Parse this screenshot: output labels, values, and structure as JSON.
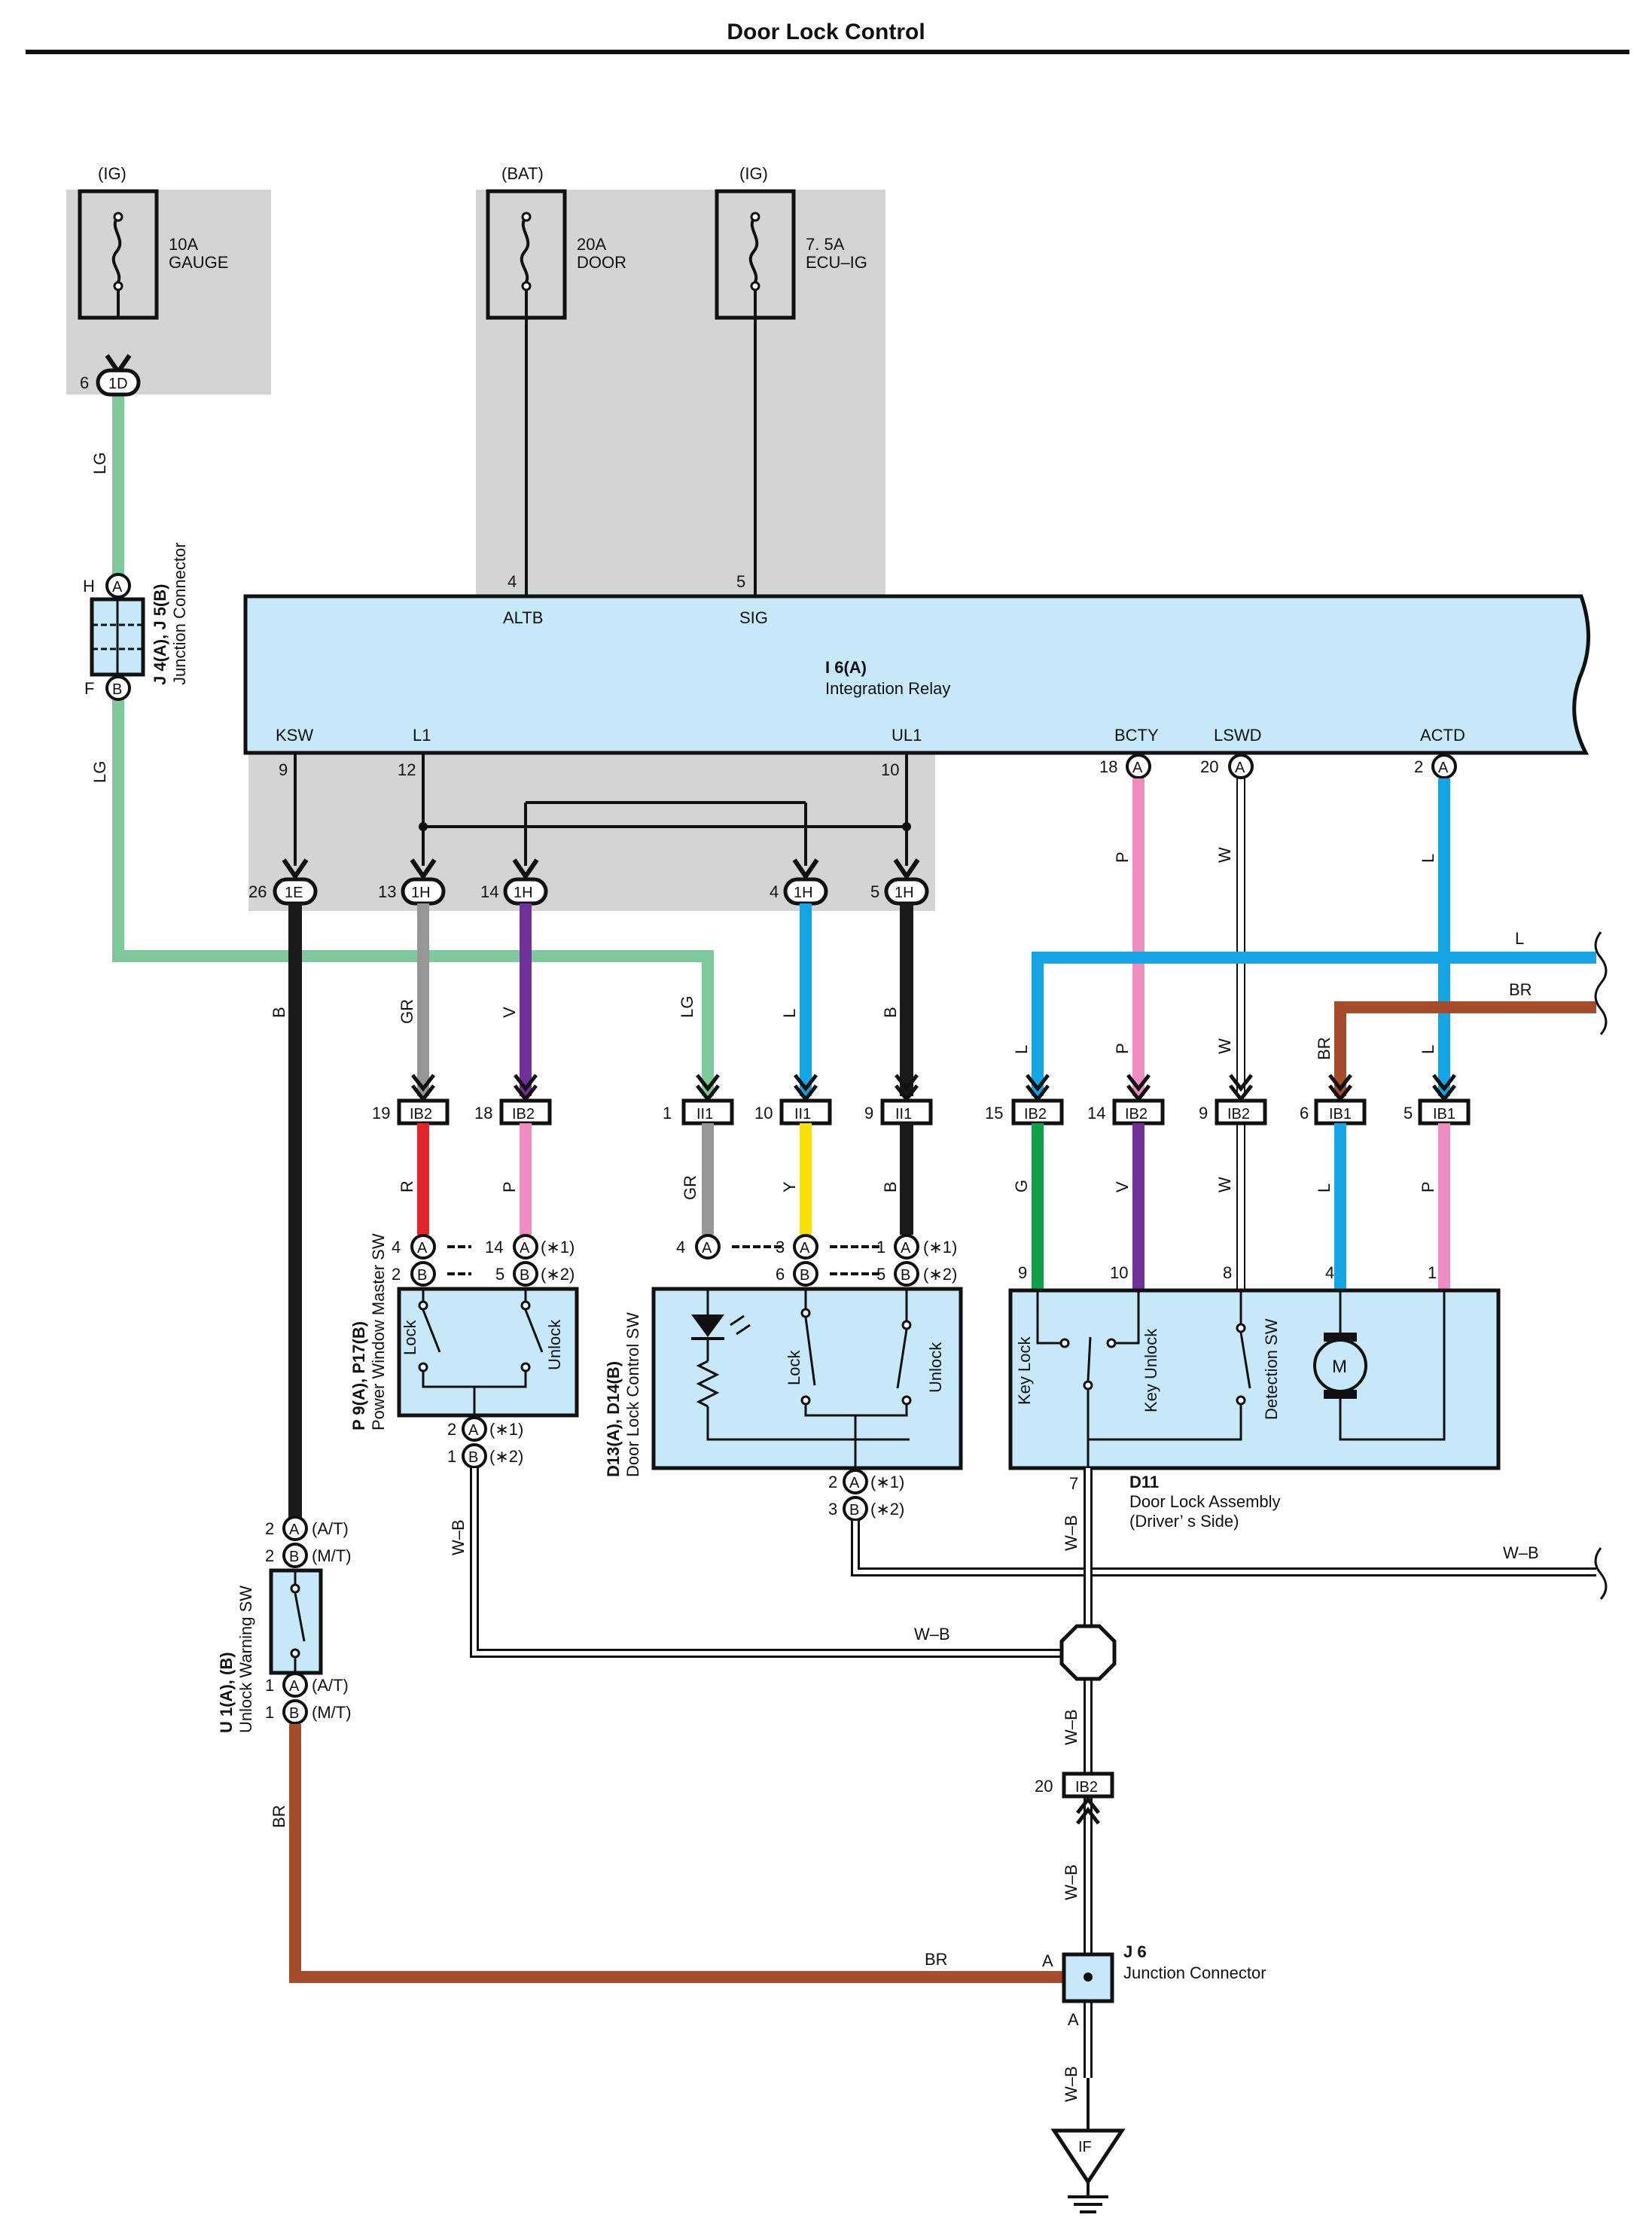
{
  "title": "Door Lock Control",
  "colors": {
    "LG": "#7ec99b",
    "B": "#1a1a1a",
    "GR": "#969696",
    "V": "#71319a",
    "L": "#14a5e6",
    "P": "#f08dc0",
    "W": "#ffffff",
    "R": "#e4232a",
    "Y": "#f8e000",
    "G": "#11a04a",
    "BR": "#a54d2a",
    "WB": "#ffffff",
    "relay_fill": "#c6e8f8",
    "shade": "#d3d4d6"
  },
  "fuses": [
    {
      "id": "f1",
      "supply": "(IG)",
      "rating": "10A",
      "name": "GAUGE"
    },
    {
      "id": "f2",
      "supply": "(BAT)",
      "rating": "20A",
      "name": "DOOR"
    },
    {
      "id": "f3",
      "supply": "(IG)",
      "rating": "7. 5A",
      "name": "ECU–IG"
    }
  ],
  "relay": {
    "code": "I 6(A)",
    "name": "Integration Relay",
    "top_pins": [
      {
        "num": "4",
        "name": "ALTB"
      },
      {
        "num": "5",
        "name": "SIG"
      }
    ],
    "bottom_pins": [
      {
        "num": "9",
        "name": "KSW"
      },
      {
        "num": "12",
        "name": "L1"
      },
      {
        "num": "10",
        "name": "UL1"
      },
      {
        "num": "18",
        "name": "BCTY",
        "conn": "A"
      },
      {
        "num": "20",
        "name": "LSWD",
        "conn": "A"
      },
      {
        "num": "2",
        "name": "ACTD",
        "conn": "A"
      }
    ]
  },
  "connectors": {
    "c1D": {
      "pin": "6",
      "label": "1D"
    },
    "c1E": {
      "pin": "26",
      "label": "1E"
    },
    "c1H": [
      {
        "pin": "13",
        "label": "1H"
      },
      {
        "pin": "14",
        "label": "1H"
      },
      {
        "pin": "4",
        "label": "1H"
      },
      {
        "pin": "5",
        "label": "1H"
      }
    ],
    "row": [
      {
        "pin": "19",
        "label": "IB2"
      },
      {
        "pin": "18",
        "label": "IB2"
      },
      {
        "pin": "1",
        "label": "II1"
      },
      {
        "pin": "10",
        "label": "II1"
      },
      {
        "pin": "9",
        "label": "II1"
      },
      {
        "pin": "15",
        "label": "IB2"
      },
      {
        "pin": "14",
        "label": "IB2"
      },
      {
        "pin": "9",
        "label": "IB2"
      },
      {
        "pin": "6",
        "label": "IB1"
      },
      {
        "pin": "5",
        "label": "IB1"
      }
    ],
    "ib2_20": {
      "pin": "20",
      "label": "IB2"
    }
  },
  "wires": {
    "lg": "LG",
    "b": "B",
    "gr": "GR",
    "v": "V",
    "l": "L",
    "p": "P",
    "w": "W",
    "r": "R",
    "y": "Y",
    "g": "G",
    "br": "BR",
    "wb": "W–B"
  },
  "junction_j4": {
    "code": "J 4(A), J 5(B)",
    "name": "Junction Connector",
    "top_pin": "H",
    "top_conn": "A",
    "bottom_pin": "F",
    "bottom_conn": "B"
  },
  "master_sw": {
    "code": "P 9(A), P17(B)",
    "name": "Power Window Master SW",
    "contacts": [
      "Lock",
      "Unlock"
    ],
    "pins_top": [
      {
        "num": "4",
        "conn": "A"
      },
      {
        "num": "2",
        "conn": "B"
      },
      {
        "num": "14",
        "conn": "A",
        "note": "(∗1)"
      },
      {
        "num": "5",
        "conn": "B",
        "note": "(∗2)"
      }
    ],
    "pins_bottom": [
      {
        "num": "2",
        "conn": "A",
        "note": "(∗1)"
      },
      {
        "num": "1",
        "conn": "B",
        "note": "(∗2)"
      }
    ]
  },
  "door_lock_sw": {
    "code": "D13(A), D14(B)",
    "name": "Door Lock Control SW",
    "contacts": [
      "Lock",
      "Unlock"
    ],
    "pins_top": [
      {
        "num": "4",
        "conn": "A"
      },
      {
        "num": "3",
        "conn": "A"
      },
      {
        "num": "6",
        "conn": "B"
      },
      {
        "num": "1",
        "conn": "A",
        "note": "(∗1)"
      },
      {
        "num": "5",
        "conn": "B",
        "note": "(∗2)"
      }
    ],
    "pins_bottom": [
      {
        "num": "2",
        "conn": "A",
        "note": "(∗1)"
      },
      {
        "num": "3",
        "conn": "B",
        "note": "(∗2)"
      }
    ]
  },
  "door_lock_assy": {
    "code": "D11",
    "name": "Door Lock Assembly",
    "sub": "(Driver’ s Side)",
    "contacts": [
      "Key Lock",
      "Key Unlock",
      "Detection SW"
    ],
    "motor": "M",
    "pins_top": [
      "9",
      "10",
      "8",
      "4",
      "1"
    ],
    "pin_bottom": "7"
  },
  "unlock_sw": {
    "code": "U 1(A), (B)",
    "name": "Unlock Warning SW",
    "pins_top": [
      {
        "num": "2",
        "conn": "A",
        "note": "(A/T)"
      },
      {
        "num": "2",
        "conn": "B",
        "note": "(M/T)"
      }
    ],
    "pins_bottom": [
      {
        "num": "1",
        "conn": "A",
        "note": "(A/T)"
      },
      {
        "num": "1",
        "conn": "B",
        "note": "(M/T)"
      }
    ]
  },
  "j6": {
    "code": "J 6",
    "name": "Junction Connector",
    "pin_in": "A",
    "pin_out": "A"
  },
  "ground": {
    "label": "IF"
  }
}
